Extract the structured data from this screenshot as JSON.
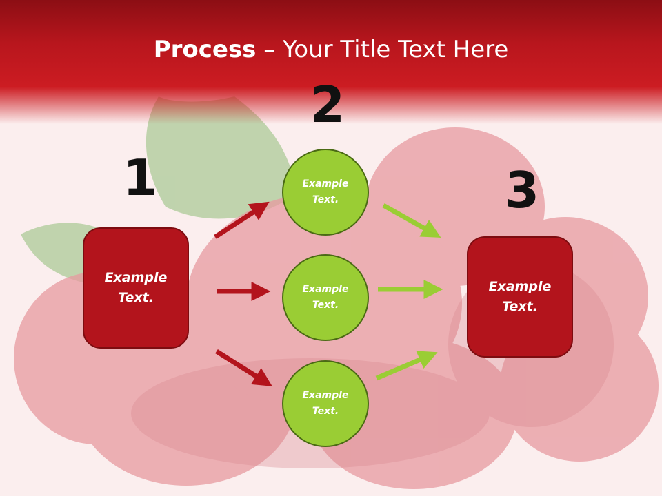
{
  "title": {
    "bold": "Process",
    "rest": " – Your Title Text Here"
  },
  "steps": {
    "one": "1",
    "two": "2",
    "three": "3"
  },
  "left_box": "Example Text.",
  "right_box": "Example Text.",
  "circles": [
    "Example Text.",
    "Example Text.",
    "Example Text."
  ],
  "colors": {
    "header": "#c4181f",
    "box": "#b3141c",
    "circle": "#9acd34",
    "red_arrow": "#b3141c",
    "green_arrow": "#9acd34"
  }
}
